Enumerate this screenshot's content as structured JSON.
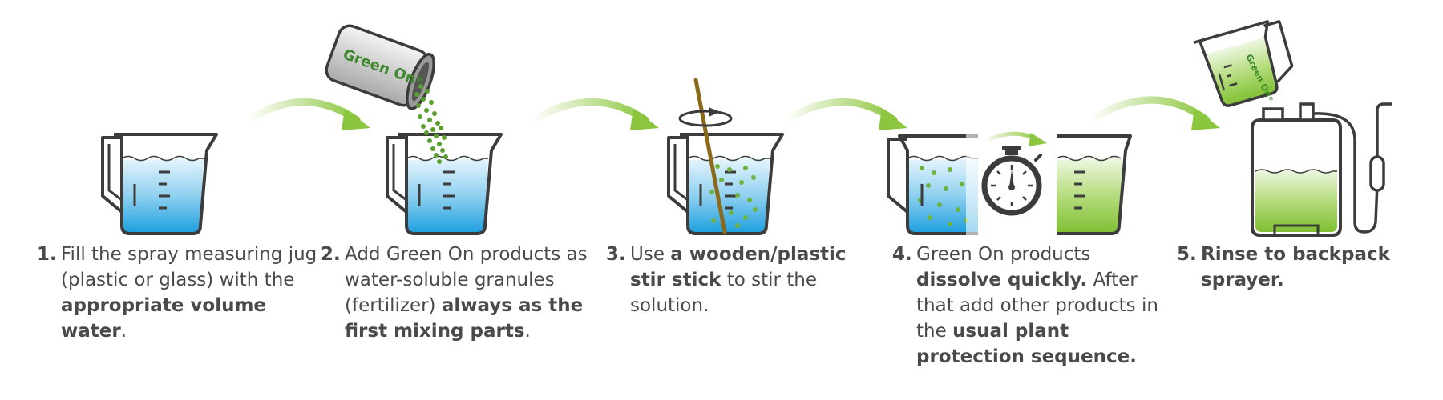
{
  "brand": {
    "logo_text": "Green On",
    "logo_mark": "®",
    "green": "#8cc63f",
    "blue": "#29a8e0",
    "outline": "#3c3c3c"
  },
  "icons": [
    "arrow-curve-icon",
    "measuring-jug-icon",
    "product-bag-icon",
    "stir-stick-icon",
    "stopwatch-icon",
    "backpack-sprayer-icon"
  ],
  "steps": [
    {
      "number": "1.",
      "parts": [
        {
          "t": "Fill the spray measuring jug (plastic or glass) with the ",
          "b": false
        },
        {
          "t": "appropriate volume water",
          "b": true
        },
        {
          "t": ".",
          "b": false
        }
      ]
    },
    {
      "number": "2.",
      "parts": [
        {
          "t": "Add Green On products as water-soluble granules (fertilizer) ",
          "b": false
        },
        {
          "t": "always as the first mixing parts",
          "b": true
        },
        {
          "t": ".",
          "b": false
        }
      ]
    },
    {
      "number": "3.",
      "parts": [
        {
          "t": "Use ",
          "b": false
        },
        {
          "t": "a wooden/plastic stir stick",
          "b": true
        },
        {
          "t": " to stir the solution.",
          "b": false
        }
      ]
    },
    {
      "number": "4.",
      "parts": [
        {
          "t": "Green On products ",
          "b": false
        },
        {
          "t": "dissolve quickly.",
          "b": true
        },
        {
          "t": " After that add other products in the ",
          "b": false
        },
        {
          "t": "usual plant protection sequence.",
          "b": true
        }
      ]
    },
    {
      "number": "5.",
      "parts": [
        {
          "t": "Rinse to backpack sprayer.",
          "b": true
        }
      ]
    }
  ]
}
